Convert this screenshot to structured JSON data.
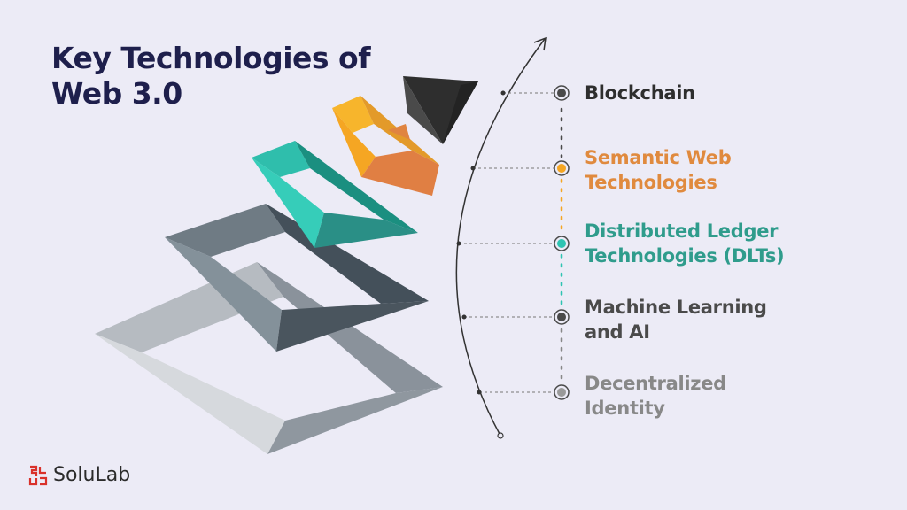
{
  "title": {
    "line1": "Key Technologies of",
    "line2": "Web 3.0"
  },
  "items": [
    {
      "lines": [
        "Blockchain"
      ],
      "color": "#2e2e2e"
    },
    {
      "lines": [
        "Semantic Web",
        "Technologies"
      ],
      "color": "#e08a3e"
    },
    {
      "lines": [
        "Distributed Ledger",
        "Technologies (DLTs)"
      ],
      "color": "#2f9c8c"
    },
    {
      "lines": [
        "Machine Learning",
        "and AI"
      ],
      "color": "#4a4a4a"
    },
    {
      "lines": [
        "Decentralized",
        "Identity"
      ],
      "color": "#888888"
    }
  ],
  "brand": {
    "name": "SoluLab",
    "accent": "#d9312b"
  }
}
